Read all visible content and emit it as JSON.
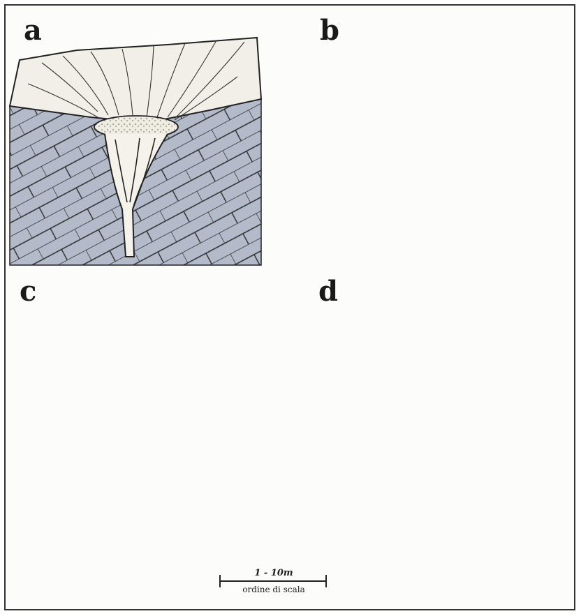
{
  "panels": [
    {
      "letter": "a"
    },
    {
      "letter": "b"
    },
    {
      "letter": "c"
    },
    {
      "letter": "d"
    }
  ],
  "scale": {
    "value": "1 - 10m",
    "caption": "ordine di scala"
  },
  "colors": {
    "rock_fill": "#b8bfcc",
    "rock_shade": "#9aa3b4",
    "surface": "#f1efe8",
    "ink": "#1f1f1f",
    "frame": "#333333"
  }
}
